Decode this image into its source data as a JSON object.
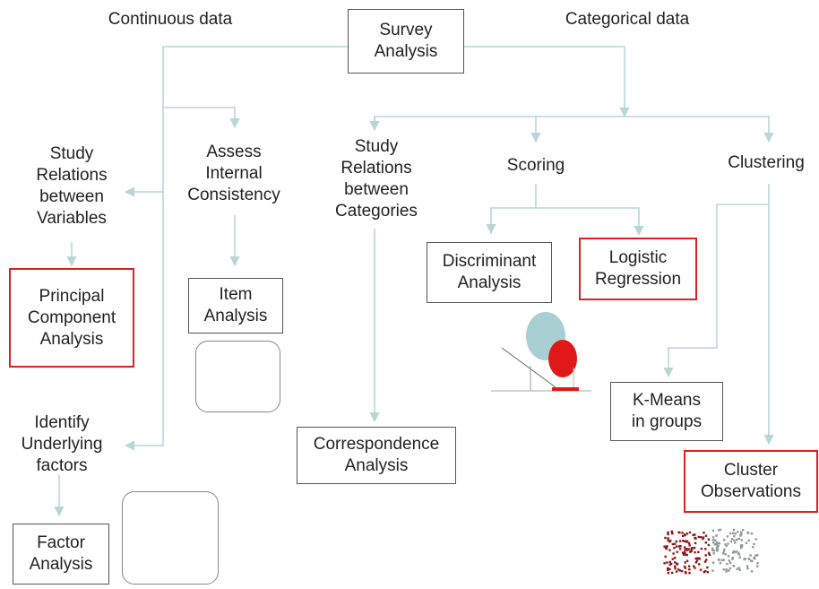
{
  "root": "Survey\nAnalysis",
  "branches": {
    "continuous": "Continuous data",
    "categorical": "Categorical data"
  },
  "nodes": {
    "study_relations_variables": "Study\nRelations\nbetween\nVariables",
    "assess_consistency": "Assess\nInternal\nConsistency",
    "study_relations_categories": "Study\nRelations\nbetween\nCategories",
    "scoring": "Scoring",
    "clustering": "Clustering",
    "identify_factors": "Identify\nUnderlying\nfactors",
    "pca": "Principal\nComponent\nAnalysis",
    "item_analysis": "Item\nAnalysis",
    "discriminant": "Discriminant\nAnalysis",
    "logistic": "Logistic\nRegression",
    "kmeans": "K-Means\nin groups",
    "correspondence": "Correspondence\nAnalysis",
    "cluster_obs": "Cluster\nObservations",
    "factor_analysis": "Factor\nAnalysis"
  },
  "colors": {
    "connector": "#b9d6d6",
    "highlight": "#e02020",
    "box_border": "#555555",
    "cluster_red": "#8b1a1a",
    "cluster_gray": "#8f9a9a",
    "ellipse_red": "#c03030",
    "ellipse_green": "#3a9a70",
    "ellipse_blue": "#a9cfd3"
  }
}
